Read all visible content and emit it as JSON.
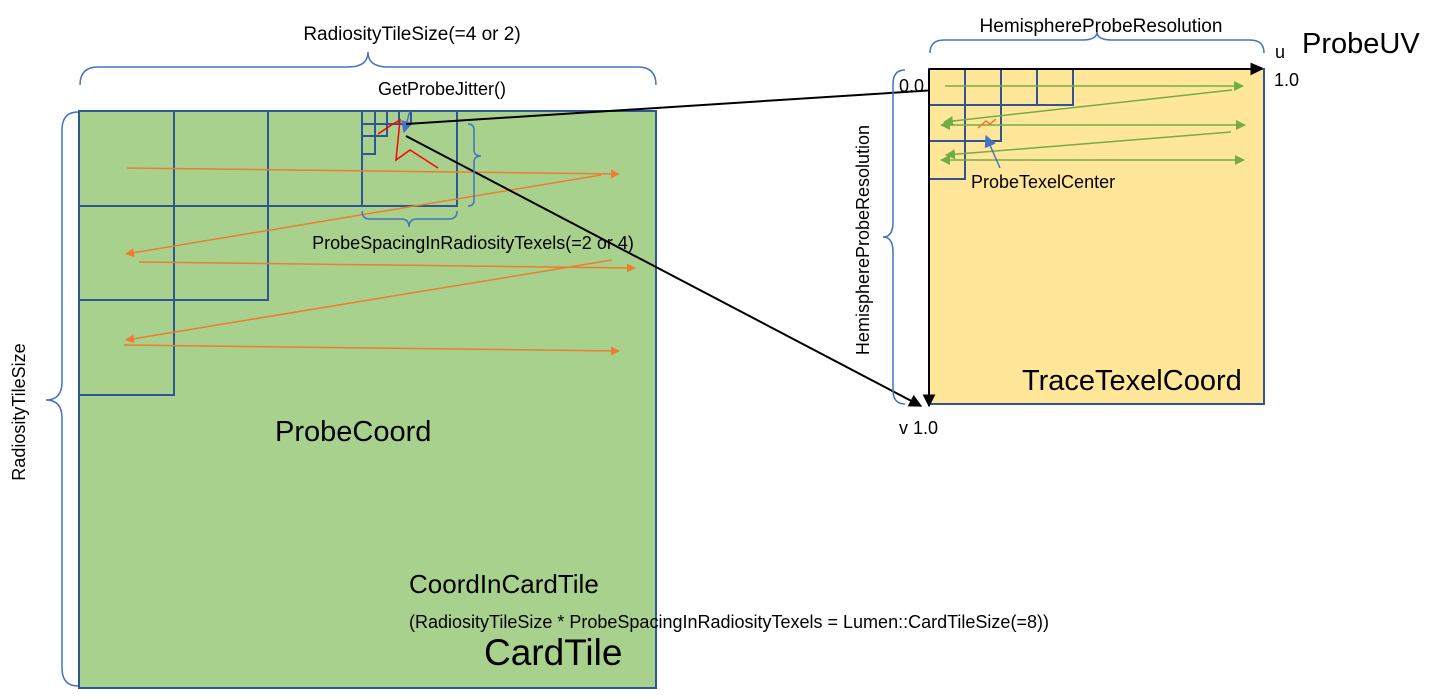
{
  "labels": {
    "radiosity_tile_size_top": "RadiosityTileSize(=4 or 2)",
    "get_probe_jitter": "GetProbeJitter()",
    "probe_spacing": "ProbeSpacingInRadiosityTexels(=2 or 4)",
    "radiosity_tile_size_side": "RadiosityTileSize",
    "probe_coord": "ProbeCoord",
    "coord_in_card_tile": "CoordInCardTile",
    "formula": "(RadiosityTileSize * ProbeSpacingInRadiosityTexels = Lumen::CardTileSize(=8))",
    "card_tile": "CardTile",
    "hemisphere_res_top": "HemisphereProbeResolution",
    "hemisphere_res_side": "HemisphereProbeResolution",
    "u_axis": "u",
    "probe_uv": "ProbeUV",
    "u_one": "1.0",
    "origin": "0.0",
    "probe_texel_center": "ProbeTexelCenter",
    "trace_texel_coord": "TraceTexelCoord",
    "v_one": "v 1.0"
  },
  "colors": {
    "card_tile_fill": "#a9d18e",
    "trace_fill": "#ffe699",
    "grid_stroke": "#2f5597",
    "brace_stroke": "#4472c4",
    "orange_arrow": "#ed7d31",
    "green_arrow": "#70ad47",
    "jitter_red": "#ff0000",
    "axis_black": "#000000"
  }
}
